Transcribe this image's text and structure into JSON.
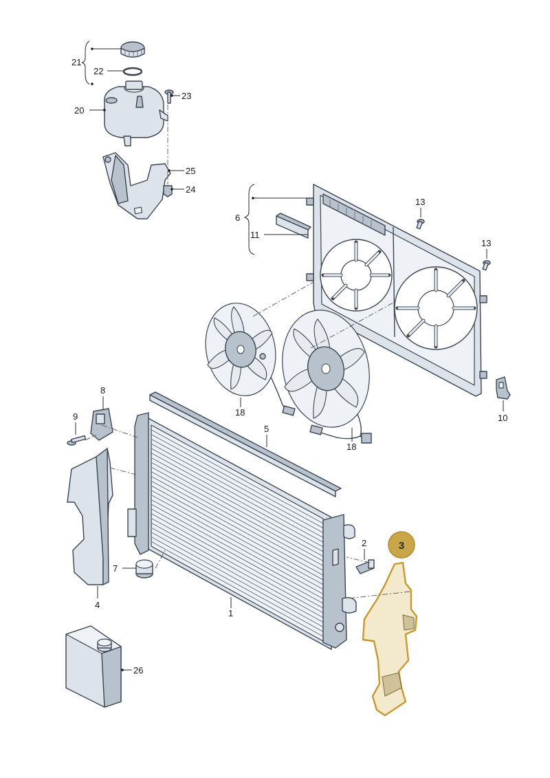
{
  "labels": {
    "c1": "1",
    "c2": "2",
    "c4": "4",
    "c5": "5",
    "c6": "6",
    "c7": "7",
    "c8": "8",
    "c9": "9",
    "c10": "10",
    "c11": "11",
    "c13a": "13",
    "c13b": "13",
    "c18a": "18",
    "c18b": "18",
    "c20": "20",
    "c21": "21",
    "c22": "22",
    "c23": "23",
    "c24": "24",
    "c25": "25",
    "c26": "26"
  },
  "highlight": {
    "part_number": "3",
    "color": "#c9982a",
    "badge_color": "#c9982a"
  }
}
